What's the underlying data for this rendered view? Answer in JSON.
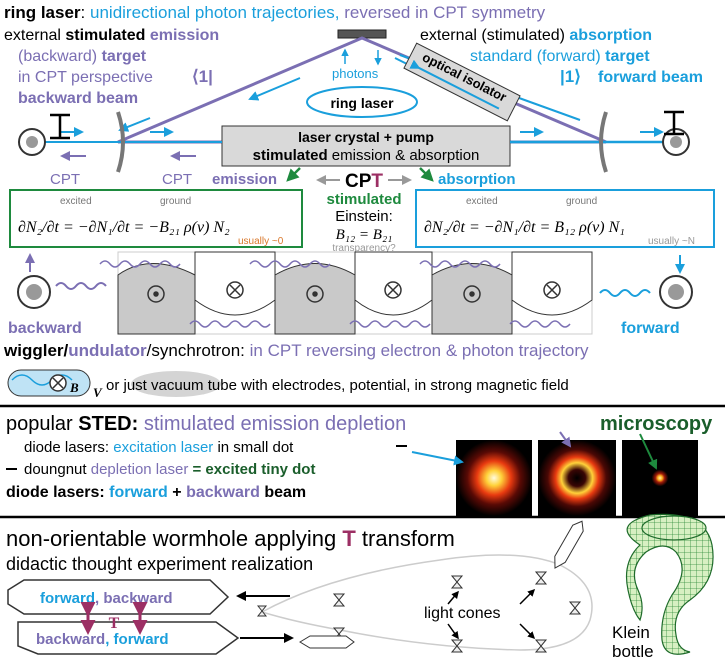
{
  "colors": {
    "purple": "#7b6fb3",
    "blue": "#1a9fdc",
    "green": "#1e8a3e",
    "darkgreen": "#1a5e2b",
    "magenta": "#9c2f64",
    "gray": "#9a9a9a",
    "orange": "#d9772a"
  },
  "top": {
    "title_bold": "ring laser",
    "title_colon": ":",
    "title_purple": "unidirectional photon trajectories",
    "title_comma": ",",
    "title_reversed": "reversed in CPT symmetry",
    "ext_stim_1": "external",
    "ext_stim_2": "stimulated",
    "ext_stim_3": "emission",
    "backward_target_1": "(backward)",
    "backward_target_2": "target",
    "cpt_perspective": "in CPT perspective",
    "backward_beam": "backward beam",
    "bra_1": "⟨1|",
    "ext_abs_1": "external (stimulated)",
    "ext_abs_2": "absorption",
    "std_fwd_1": "standard (forward)",
    "std_fwd_2": "target",
    "ket_1": "|1⟩",
    "forward_beam": "forward beam",
    "photons": "photons",
    "ring_laser": "ring laser",
    "optical_isolator": "optical isolator",
    "crystal_1": "laser crystal + pump",
    "crystal_2a": "stimulated",
    "crystal_2b": "emission & absorption",
    "cpt_left1": "CPT",
    "cpt_left2": "CPT",
    "emission": "emission",
    "absorption": "absorption",
    "cpt_center_c": "CP",
    "cpt_center_t": "T",
    "stimulated": "stimulated",
    "einstein": "Einstein:",
    "einstein_eq": "B₁₂ = B₂₁",
    "transparency": "transparency?",
    "eq_left": "∂N₂/∂t = −∂N₁/∂t = −B₂₁ ρ(ν) N₂",
    "eq_right": "∂N₂/∂t = −∂N₁/∂t = B₁₂ ρ(ν) N₁",
    "excited": "excited",
    "ground": "ground",
    "usually0": "usually ~0",
    "usuallyN": "usually ~N",
    "backward": "backward",
    "forward": "forward",
    "wiggler_1": "wiggler",
    "wiggler_2": "/",
    "wiggler_3": "undulator",
    "wiggler_4": "/synchrotron:",
    "wiggler_5": "in CPT reversing electron & photon trajectory",
    "vacuum_1": "or just",
    "vacuum_2": "vacuum tube",
    "vacuum_3": "with electrodes, potential, in strong magnetic field"
  },
  "sted": {
    "popular": "popular",
    "sted": "STED:",
    "sted_desc": "stimulated emission depletion",
    "microscopy": "microscopy",
    "line1a": "diode lasers:",
    "line1b": "excitation laser",
    "line1c": "in small dot",
    "line2a": "doungnut",
    "line2b": "depletion laser",
    "line2c": "= excited tiny dot",
    "line3a": "diode lasers:",
    "line3b": "forward",
    "line3c": "+",
    "line3d": "backward",
    "line3e": "beam"
  },
  "wormhole": {
    "title_1": "non-orientable wormhole applying",
    "title_t": "T",
    "title_2": "transform",
    "subtitle": "didactic thought experiment realization",
    "box1a": "forward",
    "box1b": ", backward",
    "box2a": "backward",
    "box2b": ", forward",
    "t_label": "T",
    "light_cones": "light cones",
    "klein_1": "Klein",
    "klein_2": "bottle"
  }
}
